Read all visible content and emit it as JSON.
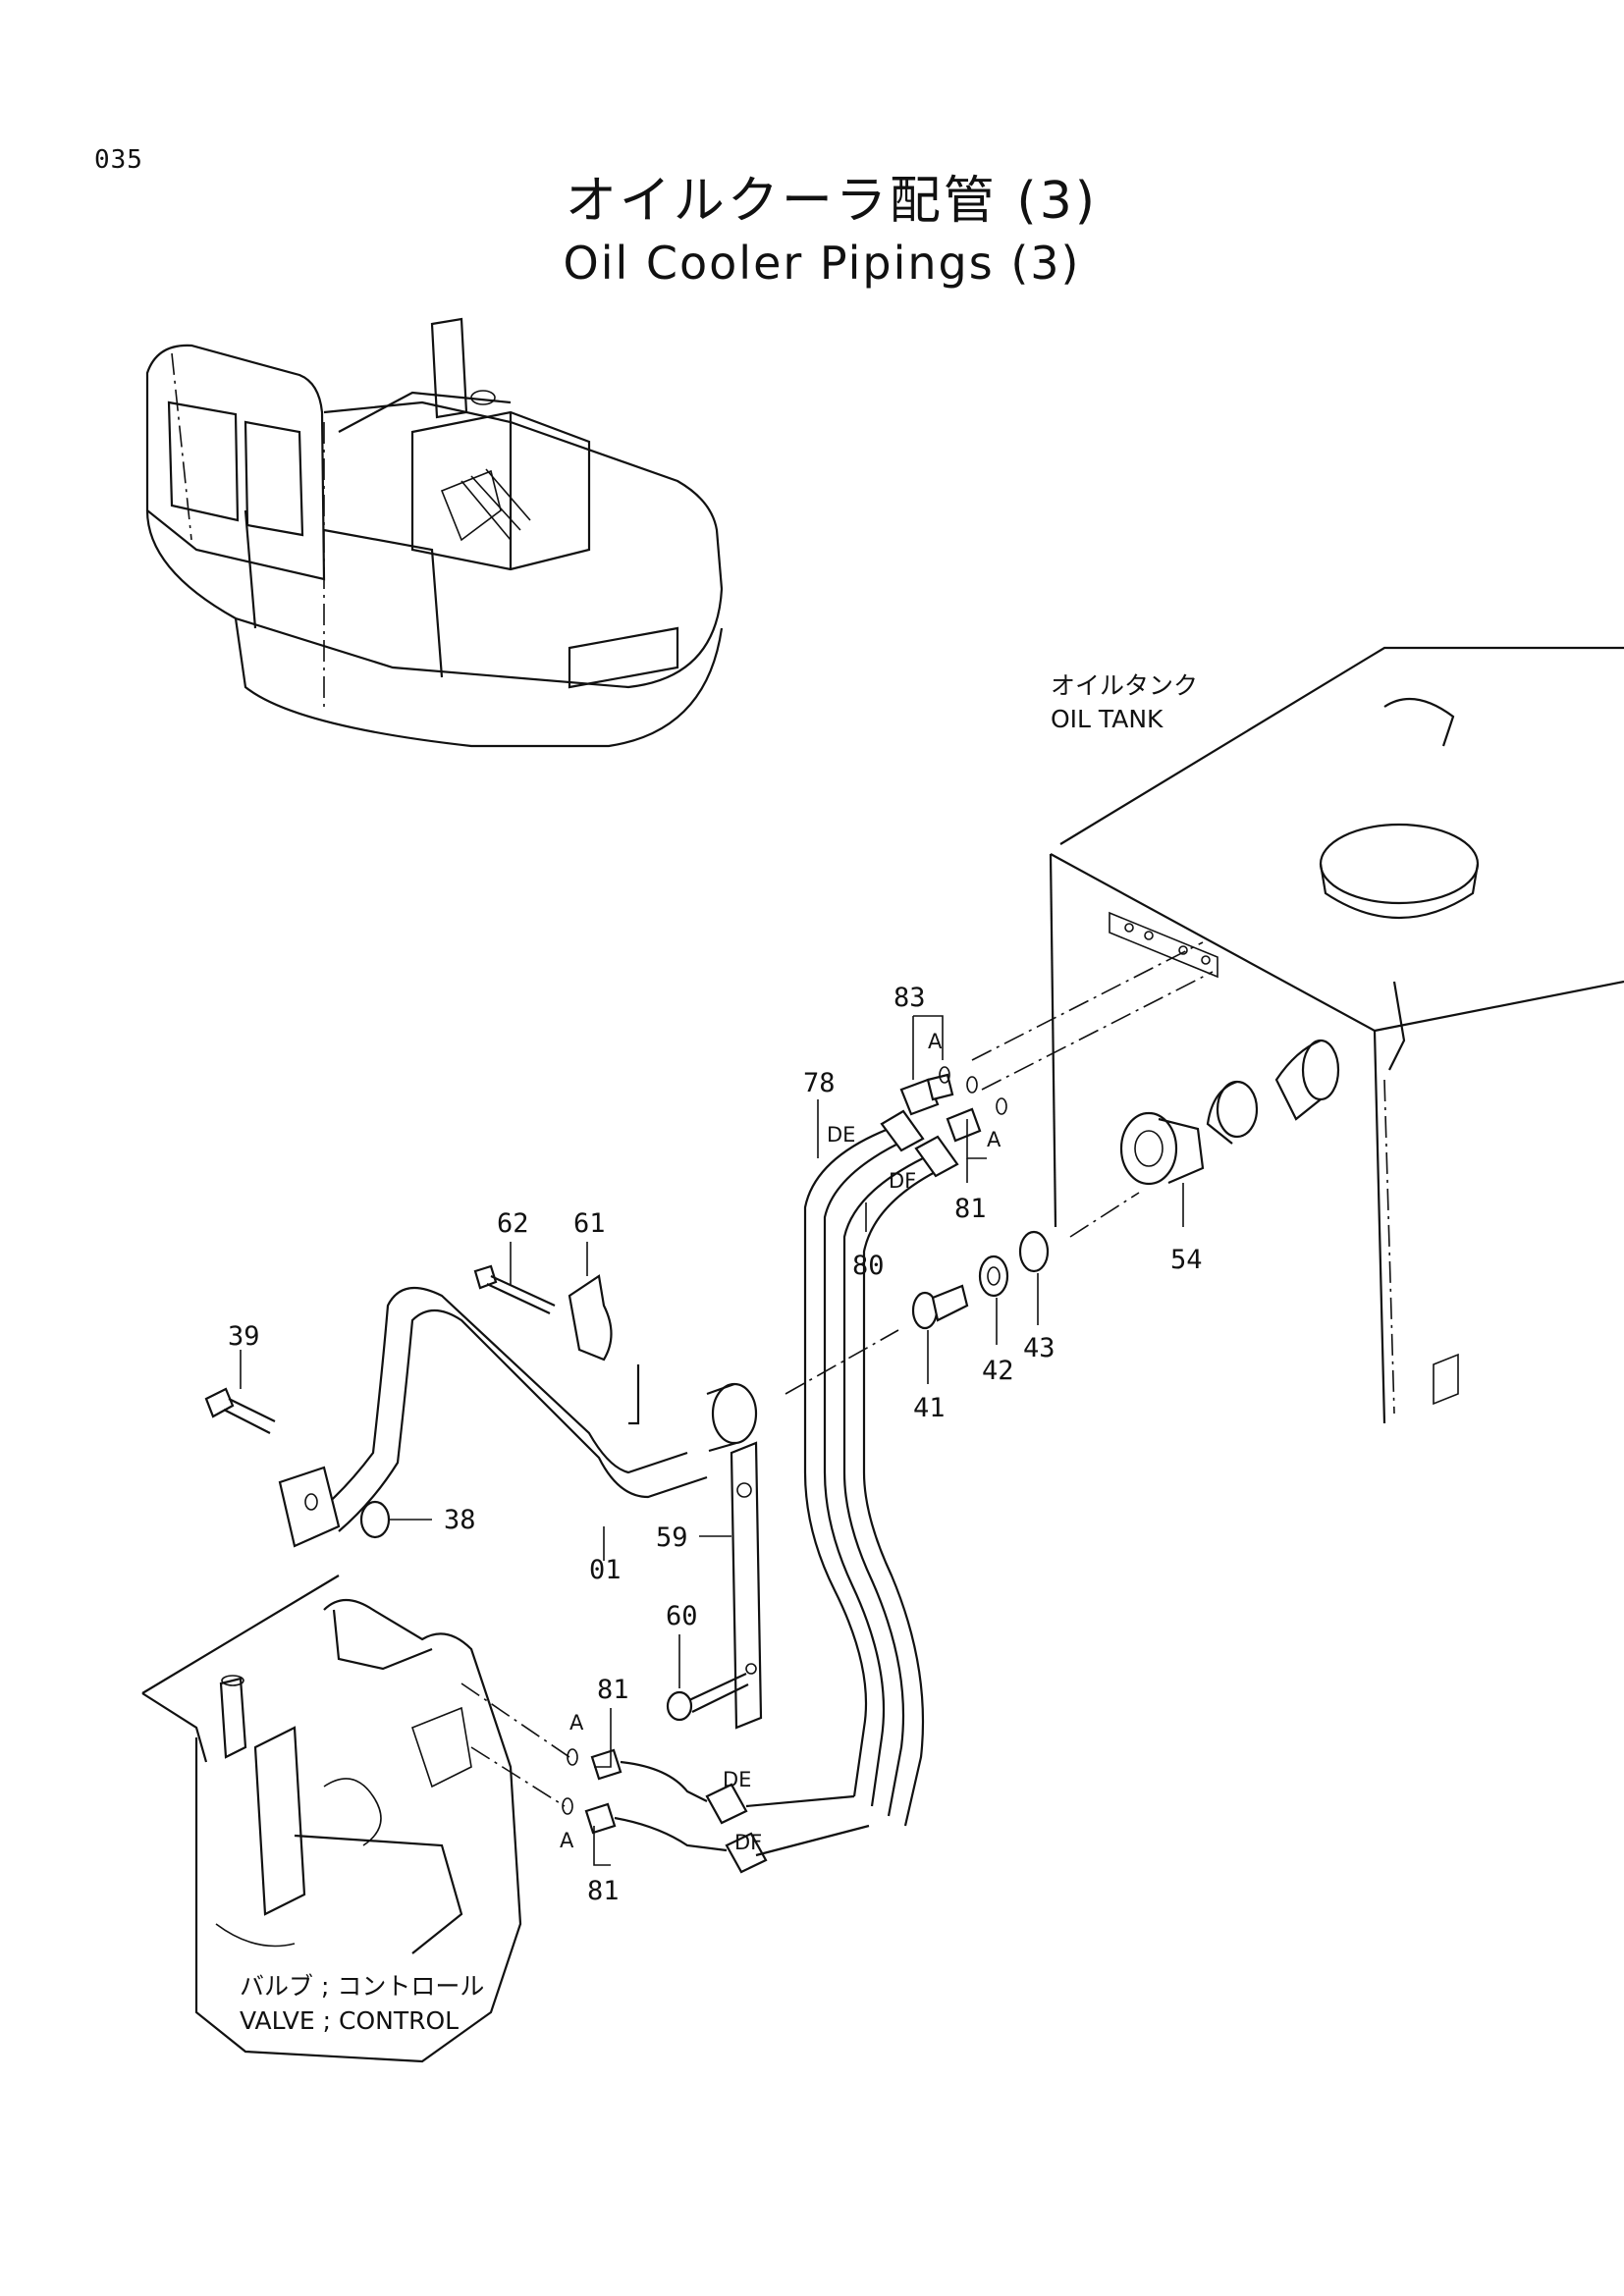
{
  "page_number": "035",
  "title": {
    "jp": "オイルクーラ配管 (3)",
    "en": "Oil Cooler Pipings (3)"
  },
  "labels": {
    "oil_tank_jp": "オイルタンク",
    "oil_tank_en": "OIL TANK",
    "valve_jp": "バルブ ; コントロール",
    "valve_en": "VALVE ; CONTROL"
  },
  "callouts": {
    "p83": "83",
    "p78": "78",
    "p81_top": "81",
    "p80": "80",
    "p54": "54",
    "p62": "62",
    "p61": "61",
    "p39": "39",
    "p38": "38",
    "p01": "01",
    "p59": "59",
    "p41": "41",
    "p42": "42",
    "p43": "43",
    "p60": "60",
    "p81_mid": "81",
    "p81_bot": "81"
  },
  "markers": {
    "a_top": "A",
    "a_top2": "A",
    "a_mid": "A",
    "a_bot": "A",
    "de_top": "DE",
    "df_top": "DF",
    "de_bot": "DE",
    "df_bot": "DF"
  }
}
